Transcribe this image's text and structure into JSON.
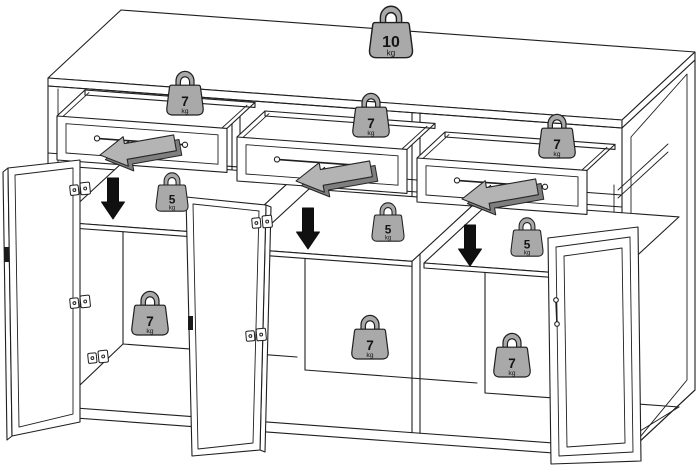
{
  "diagram": {
    "weights": {
      "top": {
        "value": "10",
        "unit": "kg"
      },
      "drawer_left": {
        "value": "7",
        "unit": "kg"
      },
      "drawer_middle": {
        "value": "7",
        "unit": "kg"
      },
      "drawer_right": {
        "value": "7",
        "unit": "kg"
      },
      "shelf_left": {
        "value": "5",
        "unit": "kg"
      },
      "shelf_middle": {
        "value": "5",
        "unit": "kg"
      },
      "shelf_right": {
        "value": "5",
        "unit": "kg"
      },
      "bottom_left": {
        "value": "7",
        "unit": "kg"
      },
      "bottom_middle": {
        "value": "7",
        "unit": "kg"
      },
      "bottom_right": {
        "value": "7",
        "unit": "kg"
      }
    },
    "colors": {
      "line": "#1f1f1f",
      "weight_fill": "#a9a9a9",
      "arrow_gray_top": "#b4b4b4",
      "arrow_gray_side": "#7f7f7f",
      "arrow_black": "#101010",
      "background": "#ffffff"
    }
  }
}
